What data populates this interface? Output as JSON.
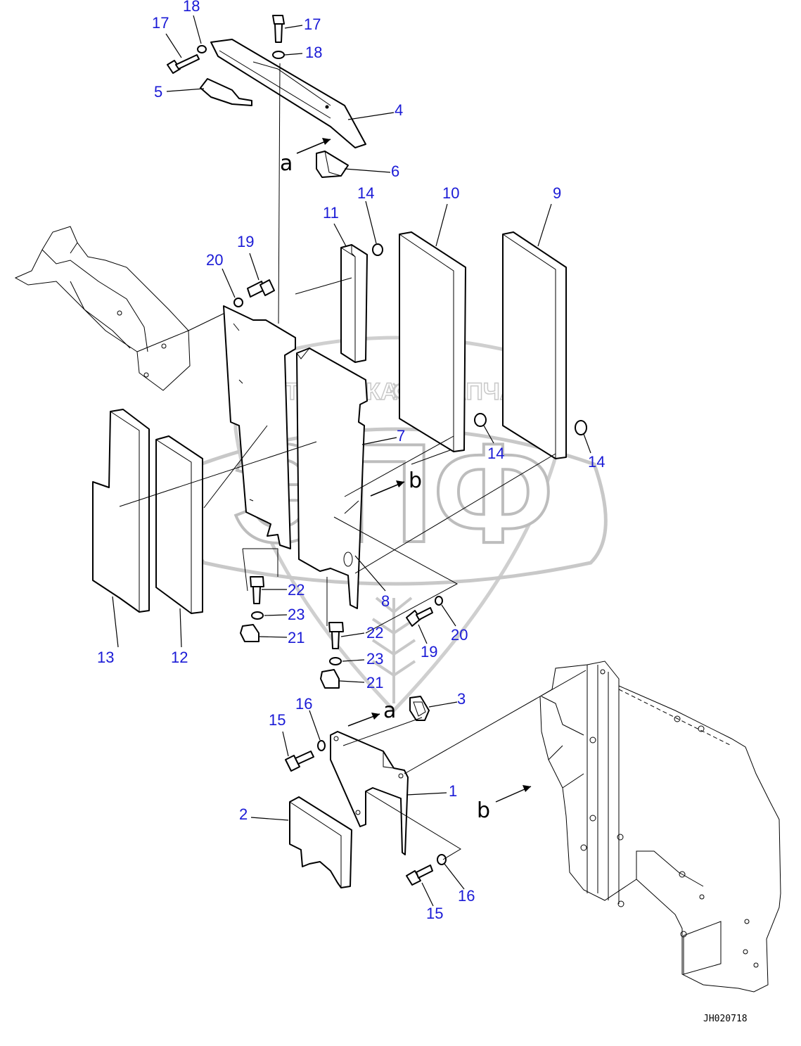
{
  "colors": {
    "callout": "#1a1ad6",
    "line": "#000000",
    "watermark": "#bdbdbd"
  },
  "watermark": {
    "line1_left": "ТЕХНИКА",
    "line1_right": "ЗАПЧАСТИ",
    "logo": "ЭПФ",
    "gear_icon": "gear-icon"
  },
  "drawing_code": "JH020718",
  "view_labels": {
    "a_top": "a",
    "a_bottom": "a",
    "b_mid": "b",
    "b_right": "b"
  },
  "callouts": {
    "c17a": "17",
    "c18a": "18",
    "c17b": "17",
    "c18b": "18",
    "c5": "5",
    "c4": "4",
    "c6": "6",
    "c11": "11",
    "c14a": "14",
    "c10": "10",
    "c9": "9",
    "c19a": "19",
    "c20a": "20",
    "c7": "7",
    "c14b": "14",
    "c14c": "14",
    "c8": "8",
    "c22a": "22",
    "c23a": "23",
    "c21a": "21",
    "c22b": "22",
    "c23b": "23",
    "c21b": "21",
    "c19b": "19",
    "c20b": "20",
    "c13": "13",
    "c12": "12",
    "c3": "3",
    "c16a": "16",
    "c15a": "15",
    "c1": "1",
    "c2": "2",
    "c16b": "16",
    "c15b": "15"
  }
}
